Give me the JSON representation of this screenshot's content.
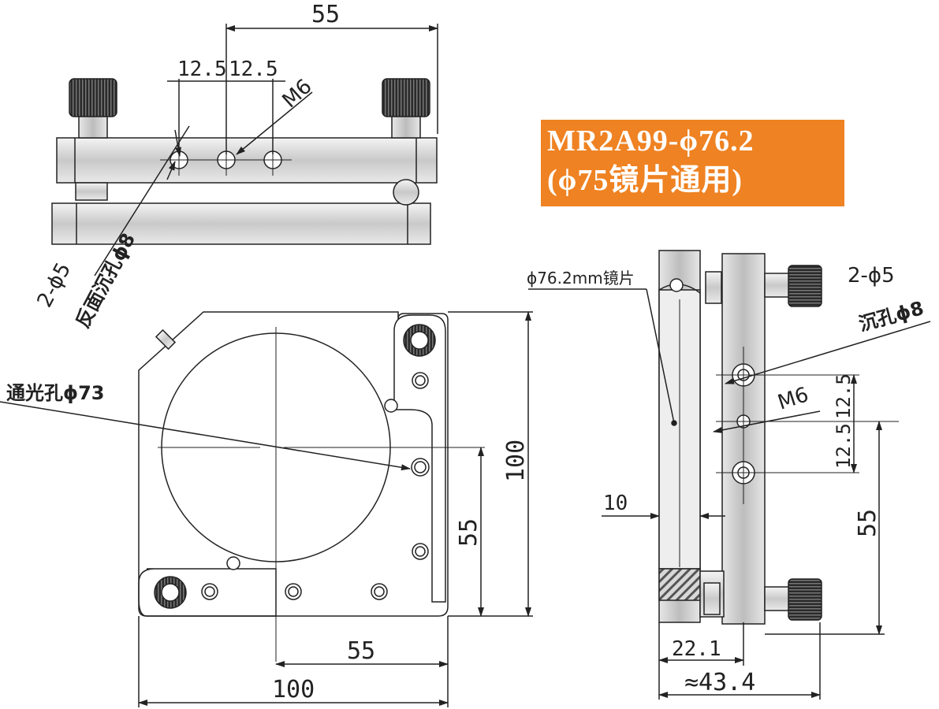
{
  "badge": {
    "line1": "MR2A99-ϕ76.2",
    "line2": "(ϕ75镜片通用)",
    "bg_color": "#ef8222",
    "text_color": "#ffffff"
  },
  "top_view": {
    "dim_55": "55",
    "dim_12_5_left": "12.5",
    "dim_12_5_right": "12.5",
    "label_m6": "M6",
    "label_holes": "2-ϕ5",
    "label_counterbore": "反面沉孔ϕ8"
  },
  "front_view": {
    "label_aperture": "通光孔ϕ73",
    "dim_100_vertical": "100",
    "dim_55_vertical": "55",
    "dim_55_horizontal": "55",
    "dim_100_horizontal": "100"
  },
  "side_view": {
    "label_mirror": "ϕ76.2mm镜片",
    "label_holes": "2-ϕ5",
    "label_counterbore": "沉孔ϕ8",
    "label_m6": "M6",
    "dim_12_5_upper": "12.5",
    "dim_12_5_lower": "12.5",
    "dim_55": "55",
    "dim_10": "10",
    "dim_22_1": "22.1",
    "dim_43_4": "≈43.4"
  }
}
